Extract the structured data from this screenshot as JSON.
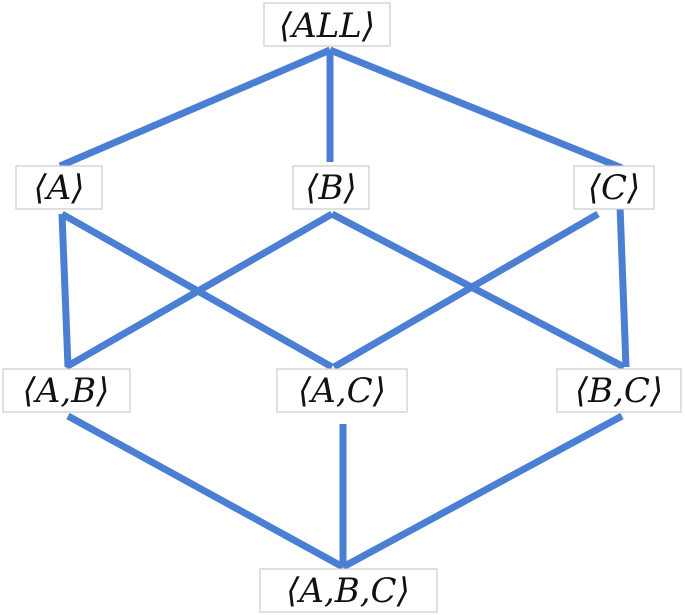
{
  "diagram": {
    "edge_color": "#4a7fd4",
    "node_border_color": "#c8cfc8",
    "nodes": {
      "all": "⟨ALL⟩",
      "a": "⟨A⟩",
      "b": "⟨B⟩",
      "c": "⟨C⟩",
      "ab": "⟨A,B⟩",
      "ac": "⟨A,C⟩",
      "bc": "⟨B,C⟩",
      "abc": "⟨A,B,C⟩"
    }
  }
}
